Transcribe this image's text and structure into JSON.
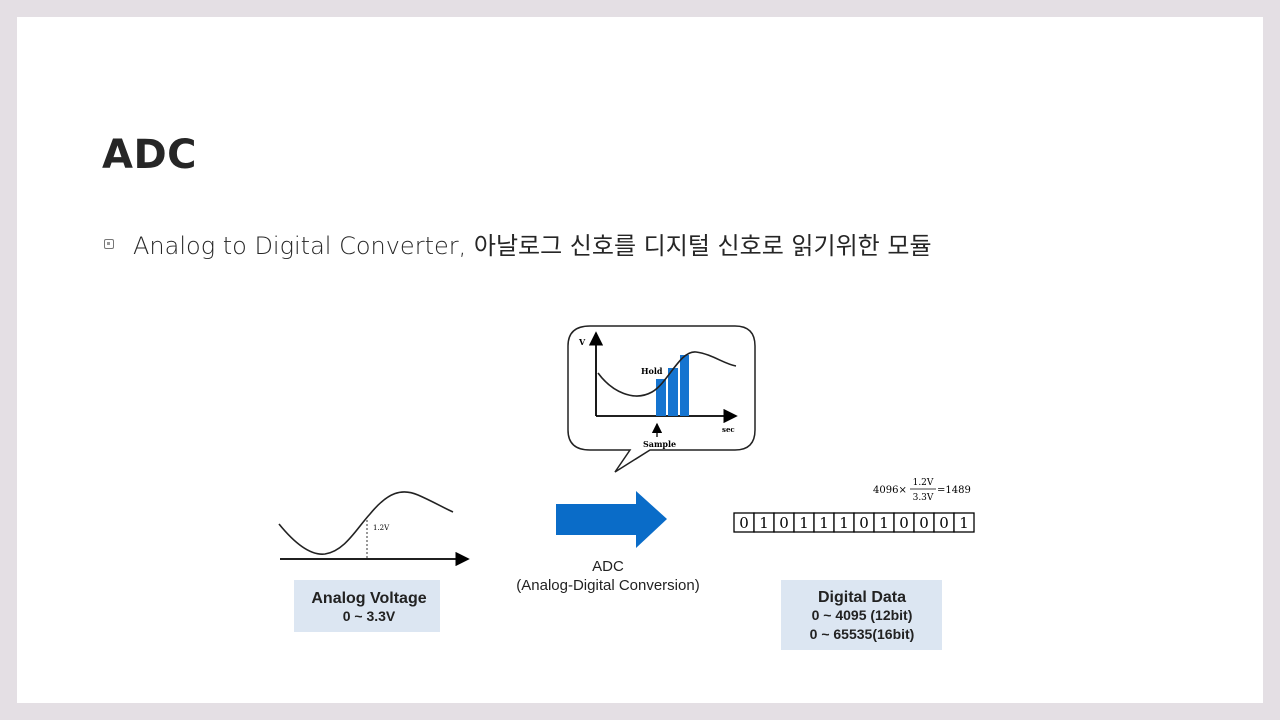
{
  "slide": {
    "title": "ADC",
    "bullet": "Analog to Digital Converter, 아날로그 신호를 디지털 신호로 읽기위한 모듈"
  },
  "diagram": {
    "callout": {
      "axis_y": "V",
      "axis_x": "sec",
      "hold_label": "Hold",
      "sample_label": "Sample"
    },
    "analog": {
      "marker_label": "1.2V",
      "box_title": "Analog Voltage",
      "box_range": "0 ~ 3.3V"
    },
    "adc": {
      "label": "ADC",
      "sublabel": "(Analog-Digital Conversion)"
    },
    "formula": {
      "lead": "4096×",
      "numerator": "1.2V",
      "denominator": "3.3V",
      "result": "=1489"
    },
    "bits": [
      "0",
      "1",
      "0",
      "1",
      "1",
      "1",
      "0",
      "1",
      "0",
      "0",
      "0",
      "1"
    ],
    "digital": {
      "box_title": "Digital Data",
      "line_12bit": "0 ~ 4095 (12bit)",
      "line_16bit": "0 ~ 65535(16bit)"
    },
    "colors": {
      "arrow_blue": "#0a6cc8",
      "bar_blue": "#1574d0",
      "box_fill": "#dce6f2"
    }
  }
}
